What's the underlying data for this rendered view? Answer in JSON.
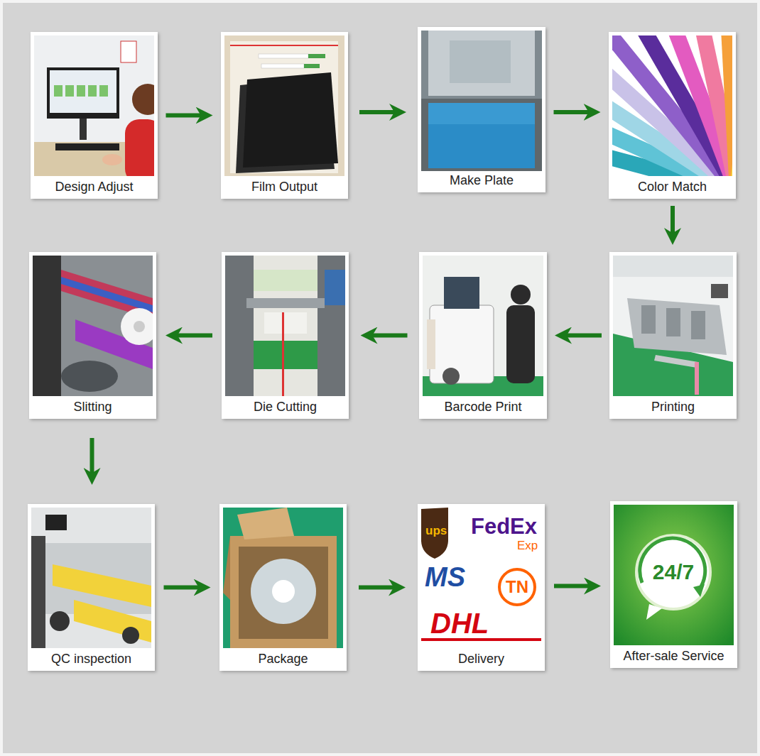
{
  "diagram": {
    "nodes": [
      {
        "text": [
          "Design Adjust"
        ]
      },
      {
        "text": [
          "Film Output"
        ]
      },
      {
        "text": [
          "Make Plate"
        ]
      },
      {
        "text": [
          "Color Match"
        ]
      },
      {
        "text": [
          "Printing"
        ]
      },
      {
        "text": [
          "Barcode Print"
        ]
      },
      {
        "text": [
          "Die Cutting"
        ]
      },
      {
        "text": [
          "Slitting"
        ]
      },
      {
        "text": [
          "QC inspection"
        ]
      },
      {
        "text": [
          "Package"
        ]
      },
      {
        "text": [
          "Delivery"
        ]
      },
      {
        "text": [
          "After-sale Service"
        ]
      }
    ],
    "edges": [
      {
        "from": 0,
        "to": 1,
        "arrow": "to"
      },
      {
        "from": 1,
        "to": 2,
        "arrow": "to"
      },
      {
        "from": 2,
        "to": 3,
        "arrow": "to"
      },
      {
        "from": 3,
        "to": 4,
        "arrow": "to"
      },
      {
        "from": 4,
        "to": 5,
        "arrow": "to"
      },
      {
        "from": 5,
        "to": 6,
        "arrow": "to"
      },
      {
        "from": 6,
        "to": 7,
        "arrow": "to"
      },
      {
        "from": 7,
        "to": 8,
        "arrow": "to"
      },
      {
        "from": 8,
        "to": 9,
        "arrow": "to"
      },
      {
        "from": 9,
        "to": 10,
        "arrow": "to"
      },
      {
        "from": 10,
        "to": 11,
        "arrow": "to"
      }
    ],
    "labels": [
      "ups",
      "FedEx",
      "Exp",
      "MS",
      "TN",
      "DHL",
      "24/7"
    ]
  }
}
